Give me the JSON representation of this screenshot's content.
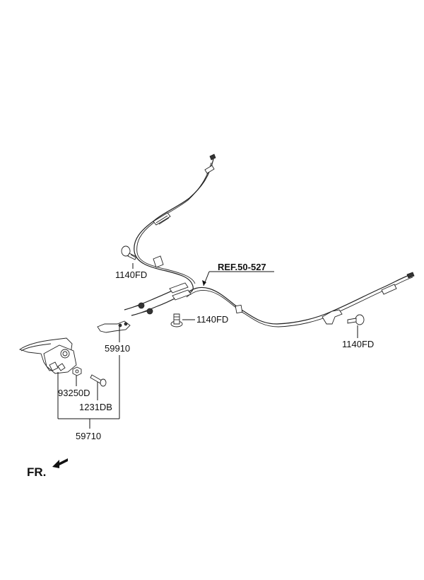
{
  "labels": {
    "bolt_upper_left": "1140FD",
    "bolt_center": "1140FD",
    "bolt_right": "1140FD",
    "reference": "REF.50-527",
    "cable_bracket": "59910",
    "nut": "93250D",
    "screw": "1231DB",
    "lever_assembly": "59710",
    "front_indicator": "FR."
  }
}
